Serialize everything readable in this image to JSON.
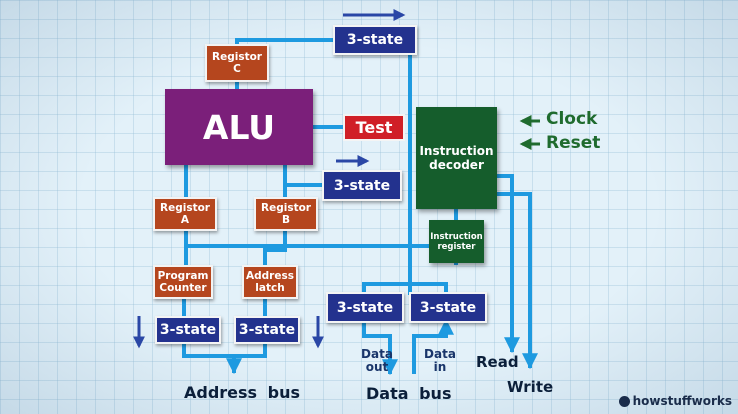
{
  "blocks": {
    "register_c": "Registor C",
    "alu": "ALU",
    "test": "Test",
    "instruction_decoder": "Instruction decoder",
    "instruction_register": "Instruction register",
    "register_a": "Registor A",
    "register_b": "Registor B",
    "program_counter": "Program Counter",
    "address_latch": "Address latch",
    "tristate_top": "3-state",
    "tristate_mid": "3-state",
    "tristate_pc": "3-state",
    "tristate_latch": "3-state",
    "tristate_data_out": "3-state",
    "tristate_data_in": "3-state"
  },
  "signals": {
    "clock": "Clock",
    "reset": "Reset",
    "data_out": "Data out",
    "data_in": "Data in",
    "read": "Read",
    "write": "Write"
  },
  "buses": {
    "address_bus": "Address bus",
    "data_bus": "Data bus"
  },
  "watermark": "howstuffworks",
  "colors": {
    "wire": "#1e9ae0",
    "arrow": "#2a47a6",
    "register": "#b5461e",
    "tristate": "#23328e",
    "alu": "#7b1f7a",
    "decoder": "#155d2c",
    "test": "#d01f27",
    "signal_text": "#1f6b2e"
  }
}
